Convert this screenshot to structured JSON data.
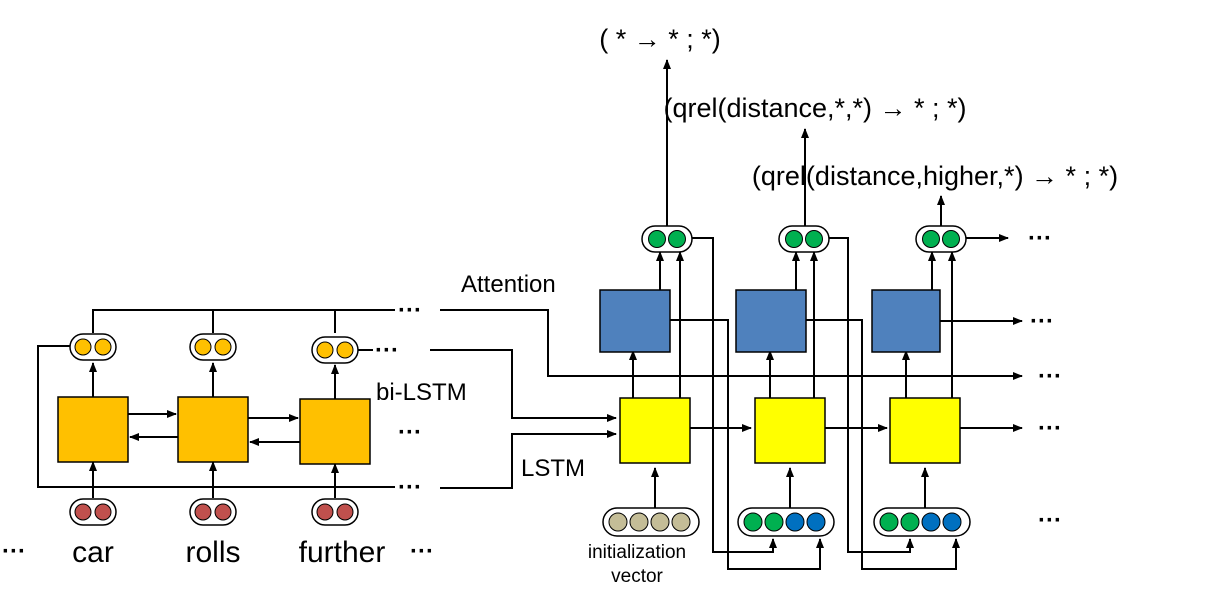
{
  "formulas": {
    "top": "( * → * ; *)",
    "middle": "(qrel(distance,*,*) → * ; *)",
    "lower": "(qrel(distance,higher,*) → * ; *)"
  },
  "labels": {
    "attention": "Attention",
    "bilstm": "bi-LSTM",
    "lstm": "LSTM",
    "init_line1": "initialization",
    "init_line2": "vector",
    "ellipsis": "···"
  },
  "words": [
    "car",
    "rolls",
    "further"
  ],
  "colors": {
    "encoder_box": "#ffc000",
    "decoder_box": "#ffff00",
    "attention_box": "#4f81bd",
    "orange_dot": "#ffc000",
    "red_dot": "#c0504d",
    "green_dot": "#00b050",
    "blue_dot": "#0070c0",
    "tan_dot": "#c4bd97"
  }
}
